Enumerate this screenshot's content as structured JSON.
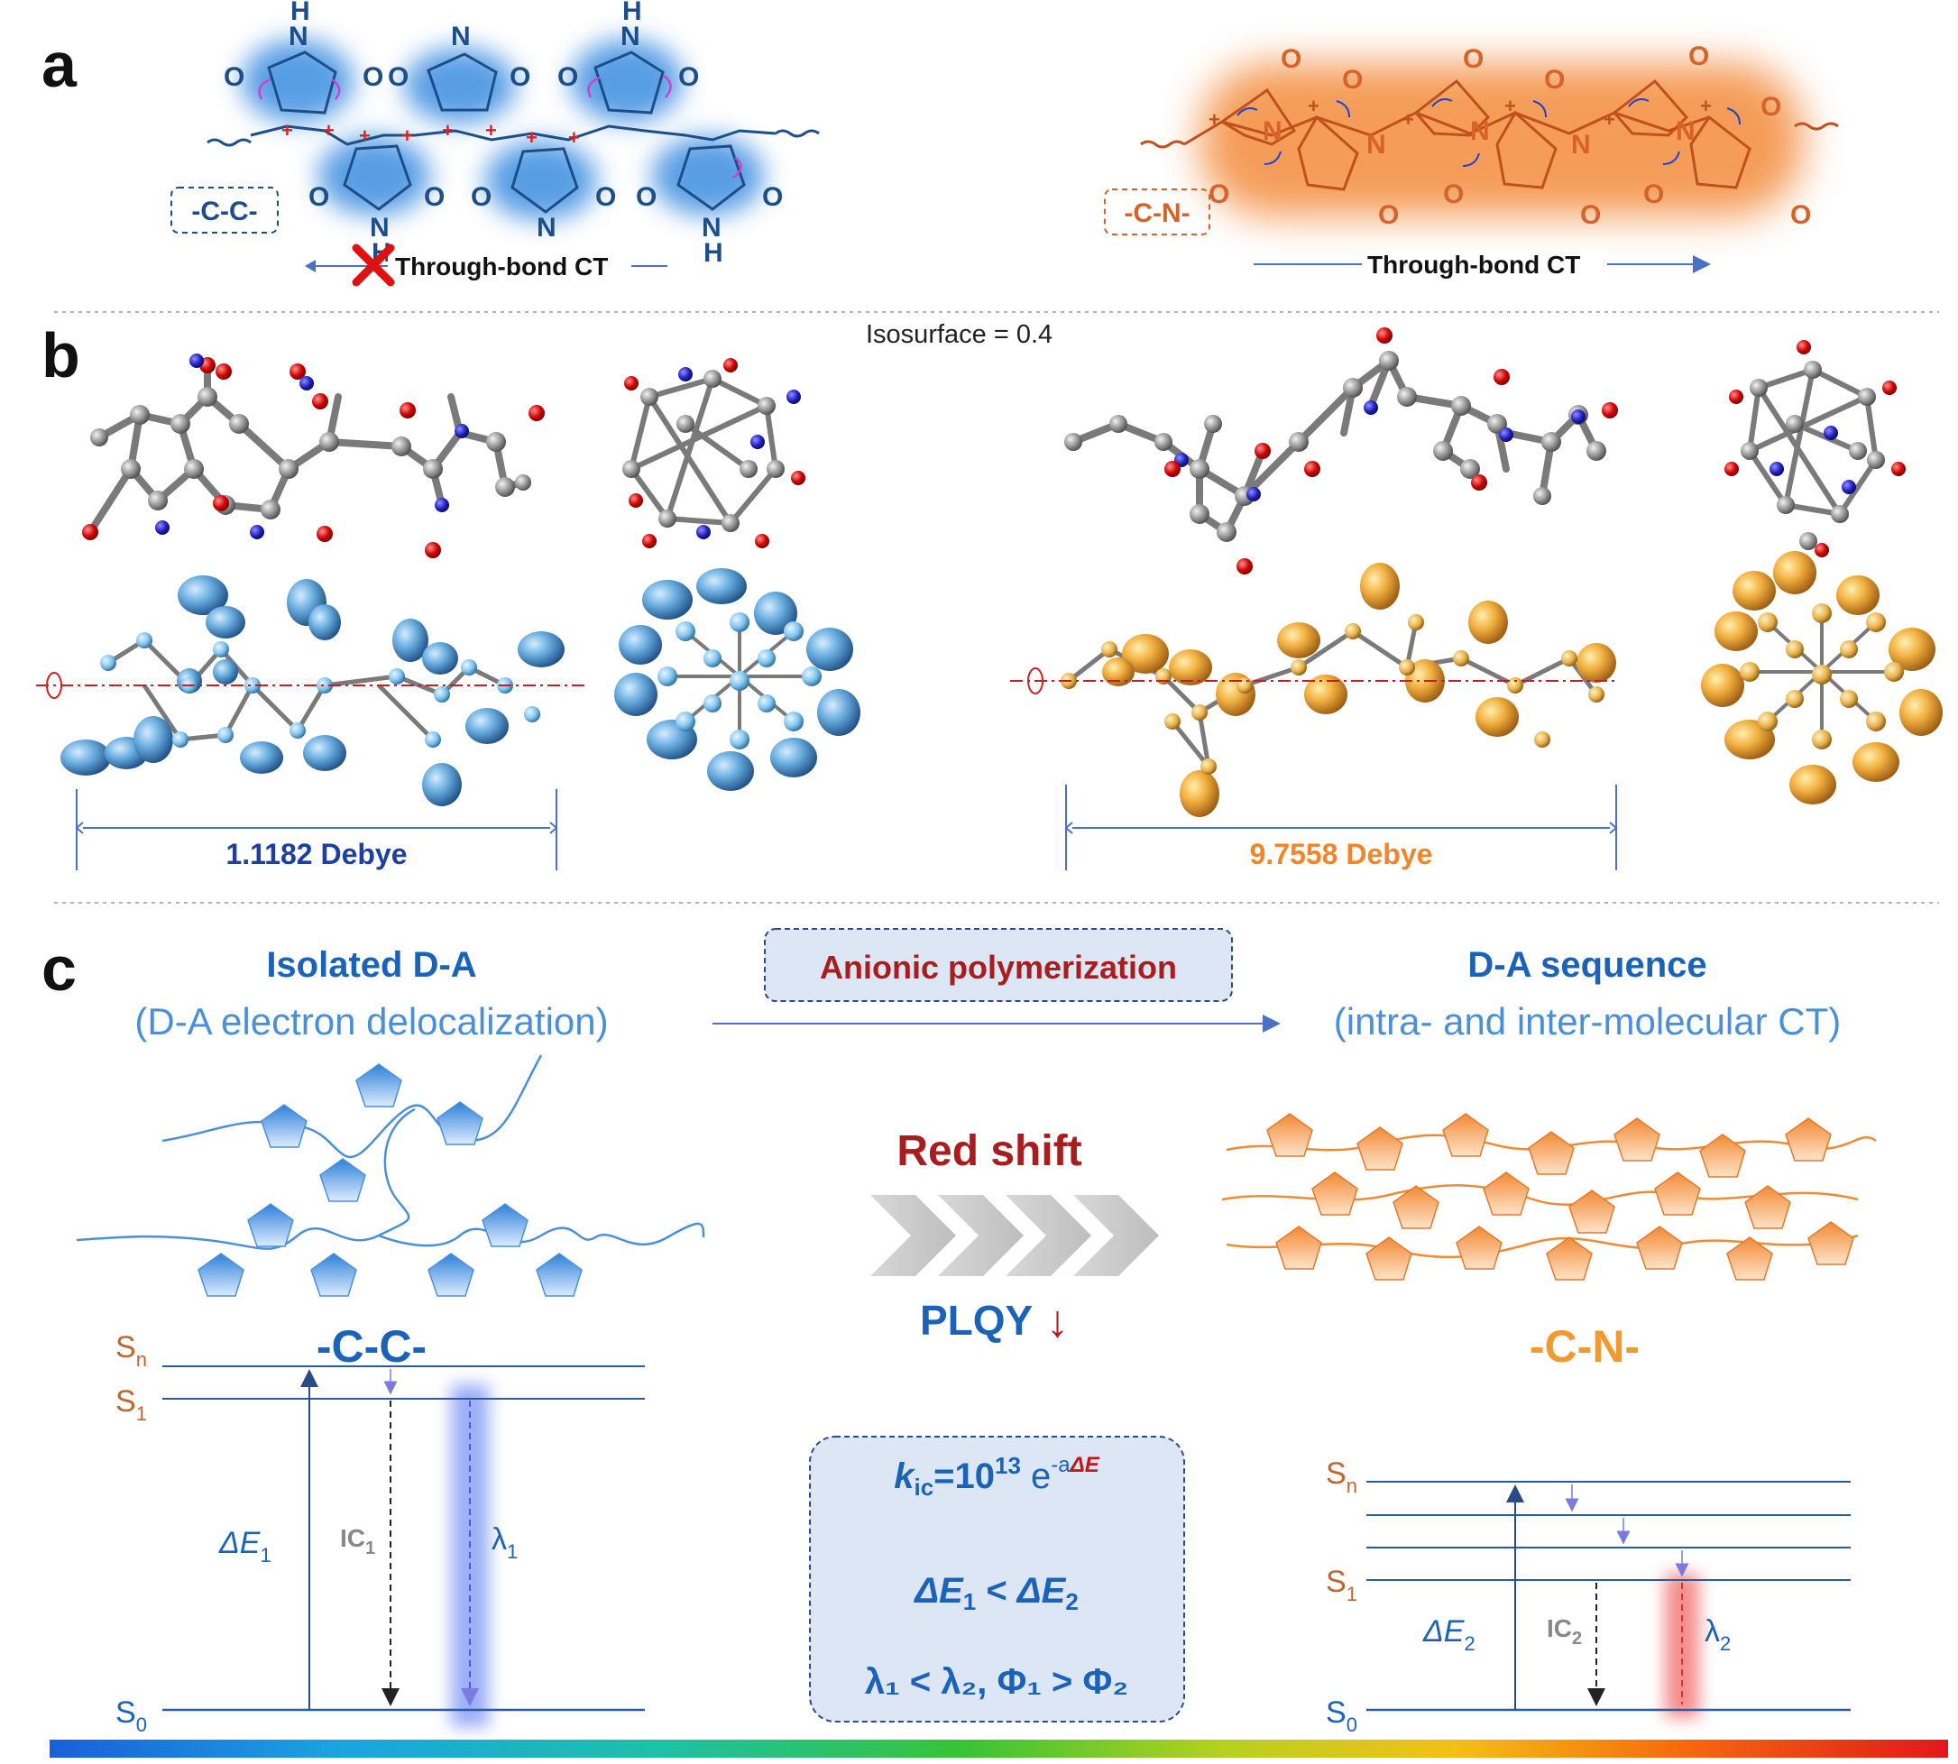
{
  "panels": {
    "a": "a",
    "b": "b",
    "c": "c"
  },
  "colors": {
    "blue_dark": "#1d4e89",
    "blue_text": "#1b63b8",
    "blue_light": "#4a90d9",
    "orange": "#e07a2e",
    "orange_text": "#f29a2e",
    "red": "#a81d1d",
    "level_label": "#c0652b",
    "arrow_grey": "#cfcfcf"
  },
  "panel_a": {
    "cc_box": "-C-C-",
    "cn_box": "-C-N-",
    "ct_left": "Through-bond CT",
    "ct_right": "Through-bond CT",
    "atoms": {
      "N": "N",
      "H": "H",
      "O": "O"
    }
  },
  "panel_b": {
    "isosurface": "Isosurface = 0.4",
    "dipole_left": "1.1182 Debye",
    "dipole_right": "9.7558 Debye"
  },
  "panel_c": {
    "left_title": "Isolated D-A",
    "left_subtitle": "(D-A electron delocalization)",
    "process_box": "Anionic polymerization",
    "right_title": "D-A sequence",
    "right_subtitle": "(intra- and inter-molecular CT)",
    "red_shift": "Red shift",
    "plqy": "PLQY",
    "plqy_arrow": "↓",
    "cc_label": "-C-C-",
    "cn_label": "-C-N-",
    "left_diagram": {
      "sn": "S",
      "sn_sub": "n",
      "s1": "S",
      "s1_sub": "1",
      "s0": "S",
      "s0_sub": "0",
      "de": "ΔE",
      "de_sub": "1",
      "ic": "IC",
      "ic_sub": "1",
      "lam": "λ",
      "lam_sub": "1"
    },
    "right_diagram": {
      "sn": "S",
      "sn_sub": "n",
      "s1": "S",
      "s1_sub": "1",
      "s0": "S",
      "s0_sub": "0",
      "de": "ΔE",
      "de_sub": "2",
      "ic": "IC",
      "ic_sub": "2",
      "lam": "λ",
      "lam_sub": "2"
    },
    "formula_box": {
      "k": "k",
      "k_sub": "ic",
      "eq": "=10",
      "exp": "13",
      "e": " e",
      "e_exp": "-a",
      "e_exp2": "ΔE",
      "line2_a": "ΔE",
      "line2_a_sub": "1",
      "line2_op": " < ",
      "line2_b": "ΔE",
      "line2_b_sub": "2",
      "line3": "λ₁ < λ₂, Φ₁ > Φ₂"
    }
  }
}
